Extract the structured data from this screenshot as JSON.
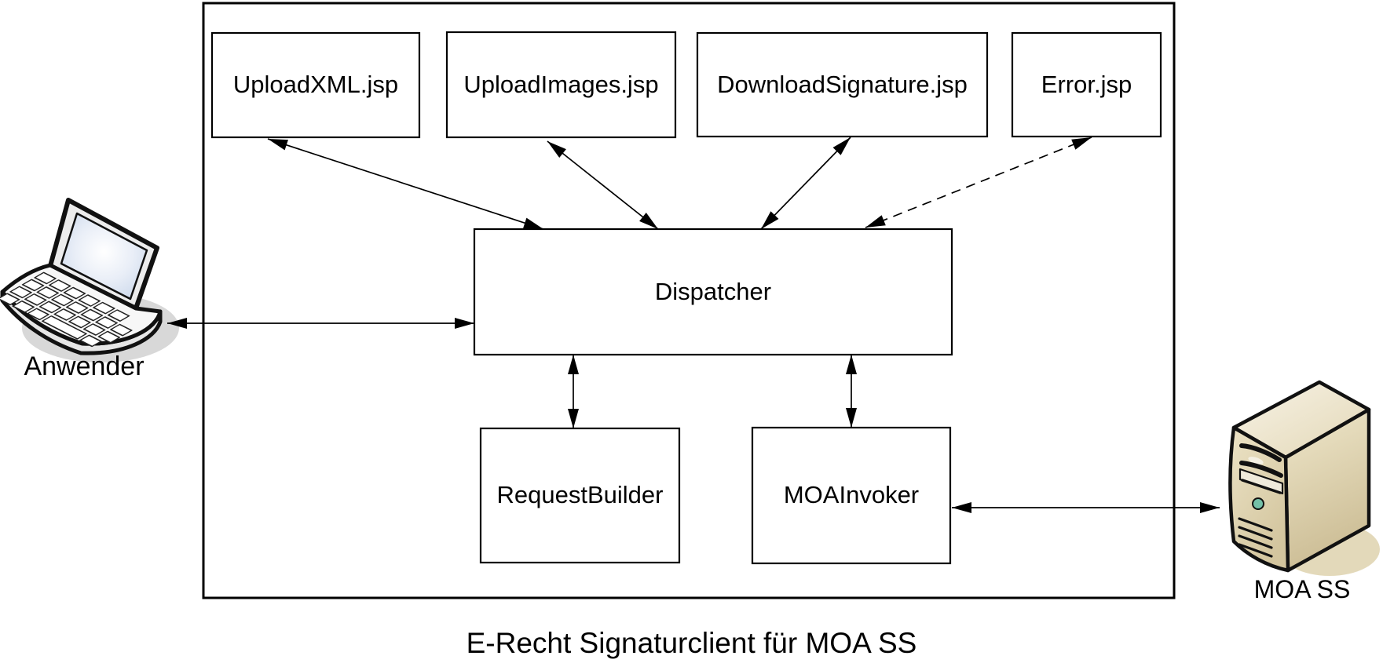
{
  "diagram": {
    "caption": "E-Recht Signaturclient für MOA SS",
    "nodes": {
      "upload_xml": {
        "label": "UploadXML.jsp"
      },
      "upload_images": {
        "label": "UploadImages.jsp"
      },
      "download_signature": {
        "label": "DownloadSignature.jsp"
      },
      "error": {
        "label": "Error.jsp"
      },
      "dispatcher": {
        "label": "Dispatcher"
      },
      "request_builder": {
        "label": "RequestBuilder"
      },
      "moa_invoker": {
        "label": "MOAInvoker"
      }
    },
    "actors": {
      "user": {
        "label": "Anwender",
        "icon": "laptop-icon"
      },
      "moa_server": {
        "label": "MOA SS",
        "icon": "server-icon"
      }
    },
    "colors": {
      "line": "#000000",
      "box_fill": "#ffffff",
      "screen_blue": "#c3d2e8",
      "laptop_shadow": "#d8d8d8",
      "server_beige": "#ddd0aa",
      "server_shadow": "#e3d9ba",
      "button_teal": "#74c0a8"
    }
  }
}
